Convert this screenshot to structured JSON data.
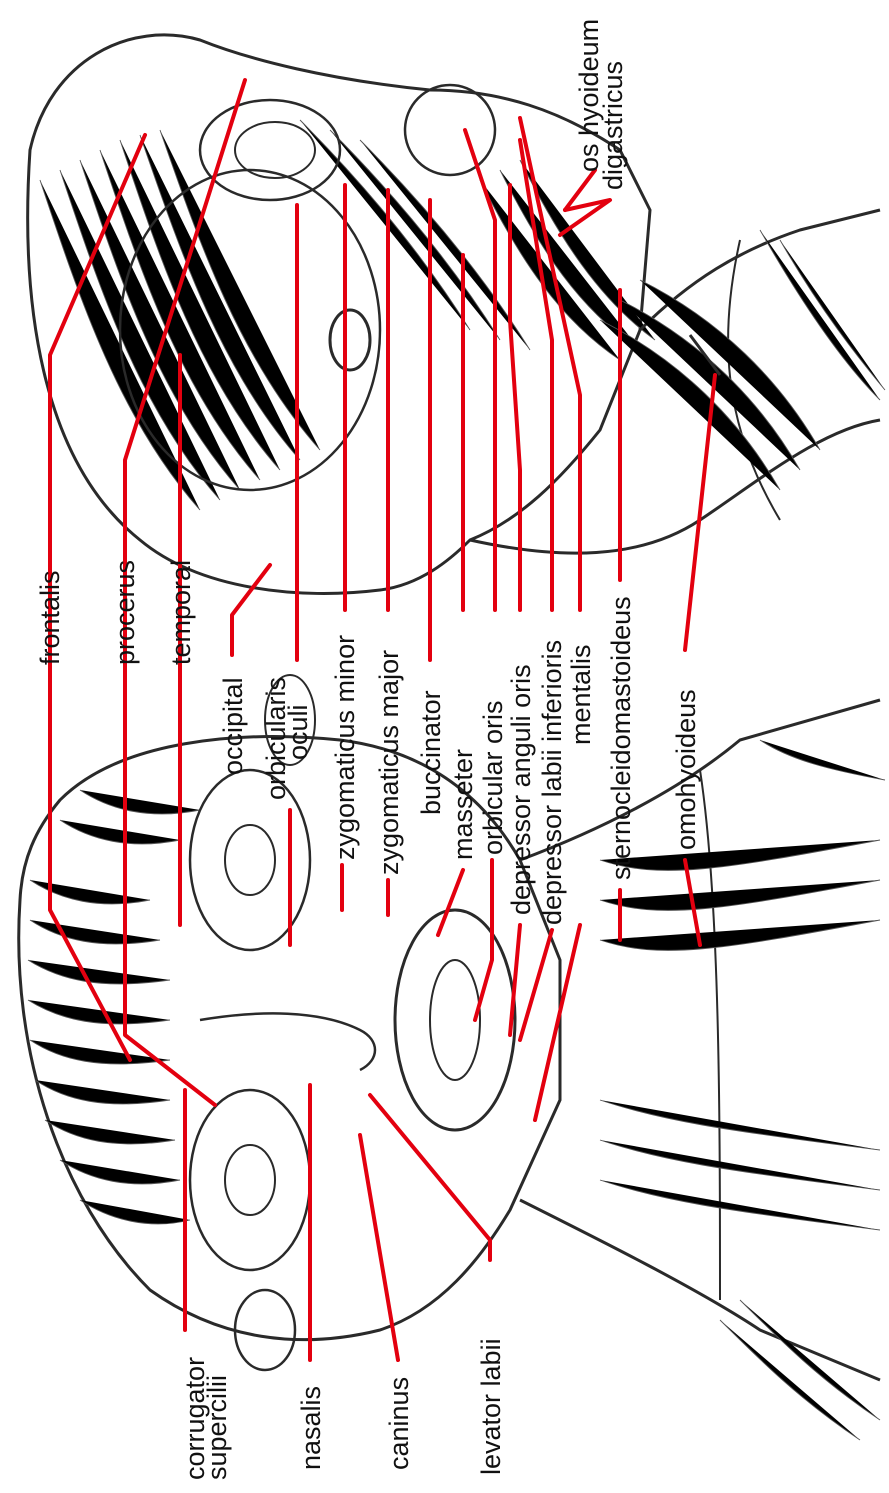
{
  "figure": {
    "alt_subject": "Muscles of the head and neck (front and side views)",
    "leader_color": "#e3000f",
    "labels_center": [
      {
        "key": "frontalis",
        "lines": [
          "frontalis"
        ]
      },
      {
        "key": "procerus",
        "lines": [
          "procerus"
        ]
      },
      {
        "key": "temporal",
        "lines": [
          "temporal"
        ]
      },
      {
        "key": "occipital",
        "lines": [
          "occipital"
        ]
      },
      {
        "key": "orbicularis-oculi",
        "lines": [
          "orbicularis",
          "oculi"
        ]
      },
      {
        "key": "zygomaticus-minor",
        "lines": [
          "zygomaticus minor"
        ]
      },
      {
        "key": "zygomaticus-major",
        "lines": [
          "zygomaticus major"
        ]
      },
      {
        "key": "buccinator",
        "lines": [
          "buccinator"
        ]
      },
      {
        "key": "masseter",
        "lines": [
          "masseter"
        ]
      },
      {
        "key": "orbicular-oris",
        "lines": [
          "orbicular oris"
        ]
      },
      {
        "key": "depressor-anguli-oris",
        "lines": [
          "depressor anguli oris"
        ]
      },
      {
        "key": "depressor-labii-inferioris",
        "lines": [
          "depressor labii inferioris"
        ]
      },
      {
        "key": "mentalis",
        "lines": [
          "mentalis"
        ]
      },
      {
        "key": "sternocleidomastoideus",
        "lines": [
          "sternocleidomastoideus"
        ]
      },
      {
        "key": "omohyoideus",
        "lines": [
          "omohyoideus"
        ]
      }
    ],
    "labels_bottom": [
      {
        "key": "corrugator-supercilii",
        "lines": [
          "corrugator",
          "supercilii"
        ]
      },
      {
        "key": "nasalis",
        "lines": [
          "nasalis"
        ]
      },
      {
        "key": "caninus",
        "lines": [
          "caninus"
        ]
      },
      {
        "key": "levator-labii",
        "lines": [
          "levator labii"
        ]
      }
    ],
    "labels_top": [
      {
        "key": "os-hyoideum",
        "lines": [
          "os hyoideum"
        ]
      },
      {
        "key": "digastricus",
        "lines": [
          "digastricus"
        ]
      }
    ]
  }
}
